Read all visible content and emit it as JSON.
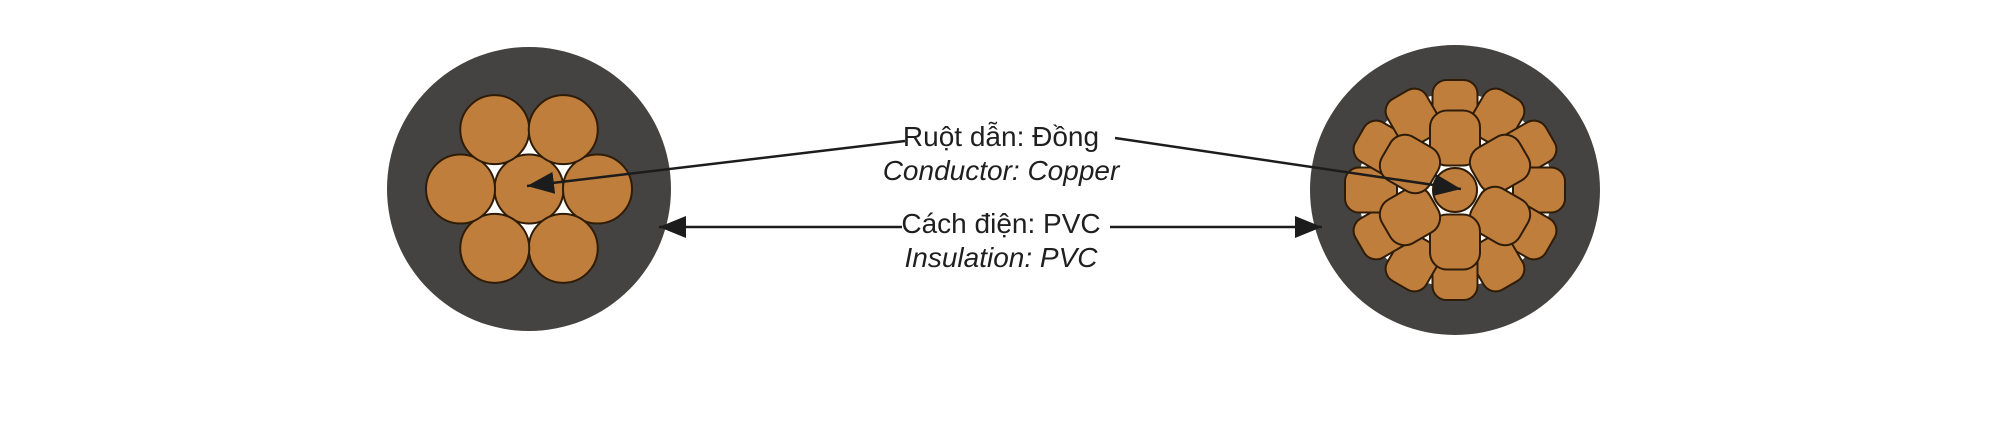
{
  "labels": {
    "conductor": {
      "vi": "Ruột dẫn: Đồng",
      "en": "Conductor: Copper"
    },
    "insulation": {
      "vi": "Cách điện: PVC",
      "en": "Insulation: PVC"
    }
  },
  "cables": {
    "left": {
      "name": "round stranded copper conductor with PVC insulation",
      "strand_count": 7
    },
    "right": {
      "name": "compacted stranded copper conductor with PVC insulation",
      "strand_count": 19
    }
  },
  "colors": {
    "background": "#ffffff",
    "insulation_gray": "#454341",
    "copper": "#c07e3c",
    "strand_outline": "#2e1c06",
    "gap_white": "#fdfcf9",
    "arrow_black": "#1c1c1c",
    "text_black": "#1f1f1f"
  }
}
